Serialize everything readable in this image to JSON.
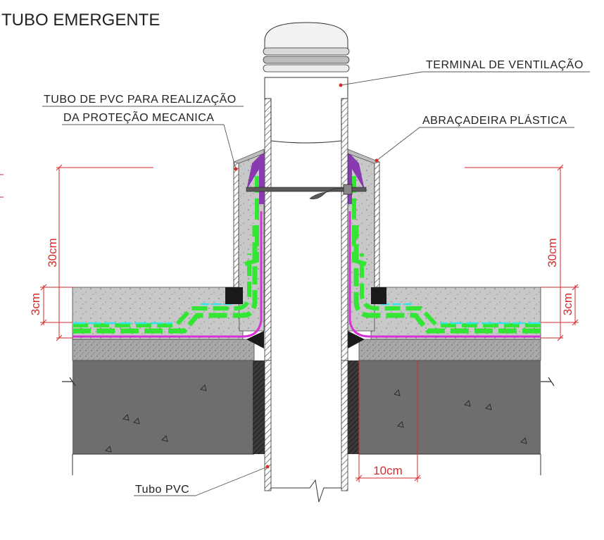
{
  "title": "TUBO EMERGENTE",
  "labels": {
    "terminal": "TERMINAL DE VENTILAÇÃO",
    "pvc_protecao_l1": "TUBO DE PVC PARA REALIZAÇÃO",
    "pvc_protecao_l2": "DA PROTEÇÃO MECANICA",
    "abracadeira": "ABRAÇADEIRA PLÁSTICA",
    "tubo_pvc": "Tubo PVC"
  },
  "dimensions": {
    "height_30_left": "30cm",
    "height_30_right": "30cm",
    "height_3_left": "3cm",
    "height_3_right": "3cm",
    "width_10": "10cm"
  },
  "colors": {
    "dimension": "#d62b2b",
    "membrane_green": "#33e633",
    "membrane_magenta": "#d633d6",
    "purple_sealant": "#8a3ab0",
    "cyan_layer": "#33e6e6",
    "concrete_slab": "#6e6e6e",
    "screed": "#c4c4c4",
    "regularization": "#a8a8a8"
  }
}
